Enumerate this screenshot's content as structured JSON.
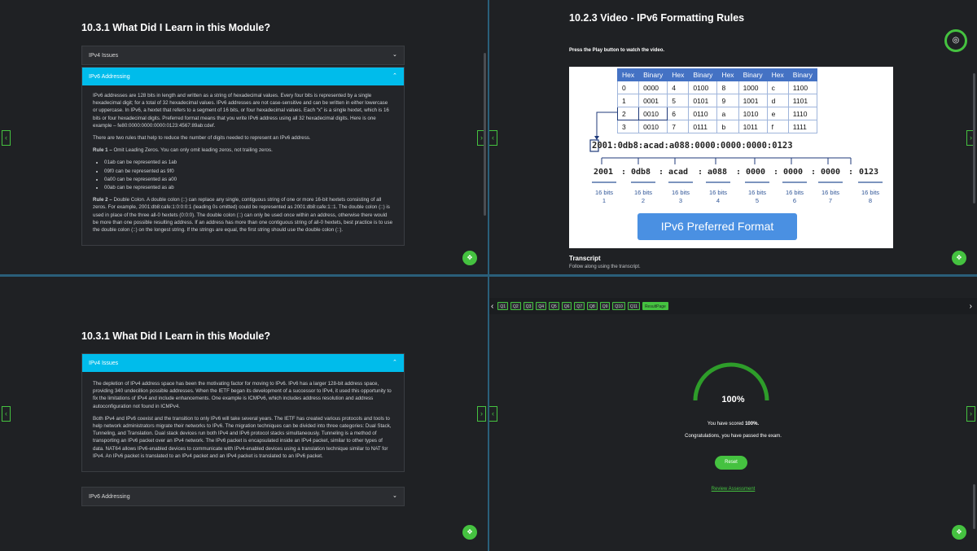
{
  "module_panel_a": {
    "title": "10.3.1 What Did I Learn in this Module?",
    "acc1_label": "IPv4 Issues",
    "acc2_label": "IPv6 Addressing",
    "p1": "IPv6 addresses are 128 bits in length and written as a string of hexadecimal values. Every four bits is represented by a single hexadecimal digit; for a total of 32 hexadecimal values. IPv6 addresses are not case-sensitive and can be written in either lowercase or uppercase. In IPv6, a hextet that refers to a segment of 16 bits, or four hexadecimal values. Each “x” is a single hextet, which is 16 bits or four hexadecimal digits. Preferred format means that you write IPv6 address using all 32 hexadecimal digits. Here is one example – fe80:0000:0000:0000:0123:4567:89ab:cdef.",
    "p2": "There are two rules that help to reduce the number of digits needed to represent an IPv6 address.",
    "rule1_bold": "Rule 1 –",
    "rule1_text": " Omit Leading Zeros. You can only omit leading zeros, not trailing zeros.",
    "bullets": [
      "01ab can be represented as 1ab",
      "09f0 can be represented as 9f0",
      "0a00 can be represented as a00",
      "00ab can be represented as ab"
    ],
    "rule2_bold": "Rule 2 –",
    "rule2_text": " Double Colon. A double colon (::) can replace any single, contiguous string of one or more 16-bit hextets consisting of all zeros. For example, 2001:db8:cafe:1:0:0:0:1 (leading 0s omitted) could be represented as 2001:db8:cafe:1::1. The double colon (::) is used in place of the three all-0 hextets (0:0:0). The double colon (::) can only be used once within an address, otherwise there would be more than one possible resulting address. If an address has more than one contiguous string of all-0 hextets, best practice is to use the double colon (::) on the longest string. If the strings are equal, the first string should use the double colon (::)."
  },
  "video_panel": {
    "title": "10.2.3 Video - IPv6 Formatting Rules",
    "instruction": "Press the Play button to watch the video.",
    "table_headers": [
      "Hex",
      "Binary",
      "Hex",
      "Binary",
      "Hex",
      "Binary",
      "Hex",
      "Binary"
    ],
    "table_rows": [
      [
        "0",
        "0000",
        "4",
        "0100",
        "8",
        "1000",
        "c",
        "1100"
      ],
      [
        "1",
        "0001",
        "5",
        "0101",
        "9",
        "1001",
        "d",
        "1101"
      ],
      [
        "2",
        "0010",
        "6",
        "0110",
        "a",
        "1010",
        "e",
        "1110"
      ],
      [
        "3",
        "0010",
        "7",
        "0111",
        "b",
        "1011",
        "f",
        "1111"
      ]
    ],
    "address": "2001:0db8:acad:a088:0000:0000:0000:0123",
    "segments": [
      "2001",
      ":",
      "0db8",
      ":",
      "acad",
      ":",
      "a088",
      ":",
      "0000",
      ":",
      "0000",
      ":",
      "0000",
      ":",
      "0123"
    ],
    "bit_labels": [
      "16 bits",
      "16 bits",
      "16 bits",
      "16 bits",
      "16 bits",
      "16 bits",
      "16 bits",
      "16 bits"
    ],
    "bit_numbers": [
      "1",
      "2",
      "3",
      "4",
      "5",
      "6",
      "7",
      "8"
    ],
    "preferred_label": "IPv6 Preferred Format",
    "transcript_title": "Transcript",
    "transcript_sub": "Follow along using the transcript."
  },
  "module_panel_b": {
    "title": "10.3.1 What Did I Learn in this Module?",
    "acc1_label": "IPv4 Issues",
    "acc2_label": "IPv6 Addressing",
    "p1": "The depletion of IPv4 address space has been the motivating factor for moving to IPv6. IPv6 has a larger 128-bit address space, providing 340 undecillion possible addresses. When the IETF began its development of a successor to IPv4, it used this opportunity to fix the limitations of IPv4 and include enhancements. One example is ICMPv6, which includes address resolution and address autoconfiguration not found in ICMPv4.",
    "p2": "Both IPv4 and IPv6 coexist and the transition to only IPv6 will take several years. The IETF has created various protocols and tools to help network administrators migrate their networks to IPv6. The migration techniques can be divided into three categories: Dual Stack, Tunneling, and Translation. Dual stack devices run both IPv4 and IPv6 protocol stacks simultaneously. Tunneling is a method of transporting an IPv6 packet over an IPv4 network. The IPv6 packet is encapsulated inside an IPv4 packet, similar to other types of data. NAT64 allows IPv6-enabled devices to communicate with IPv4-enabled devices using a translation technique similar to NAT for IPv4. An IPv6 packet is translated to an IPv4 packet and an IPv4 packet is translated to an IPv6 packet."
  },
  "quiz_panel": {
    "questions": [
      "Q1",
      "Q2",
      "Q3",
      "Q4",
      "Q5",
      "Q6",
      "Q7",
      "Q8",
      "Q9",
      "Q10",
      "Q11"
    ],
    "result_label": "ResultPage",
    "score_percent": 100,
    "score_display": "100%",
    "scored_prefix": "You have scored ",
    "scored_value": "100%.",
    "congrats": "Congratulations, you have passed the exam.",
    "reset_label": "Reset",
    "review_label": "Review Assessment"
  },
  "colors": {
    "accent": "#45c240",
    "active_header": "#00bceb",
    "panel_bg": "#1f2124",
    "table_header": "#4472c4"
  }
}
